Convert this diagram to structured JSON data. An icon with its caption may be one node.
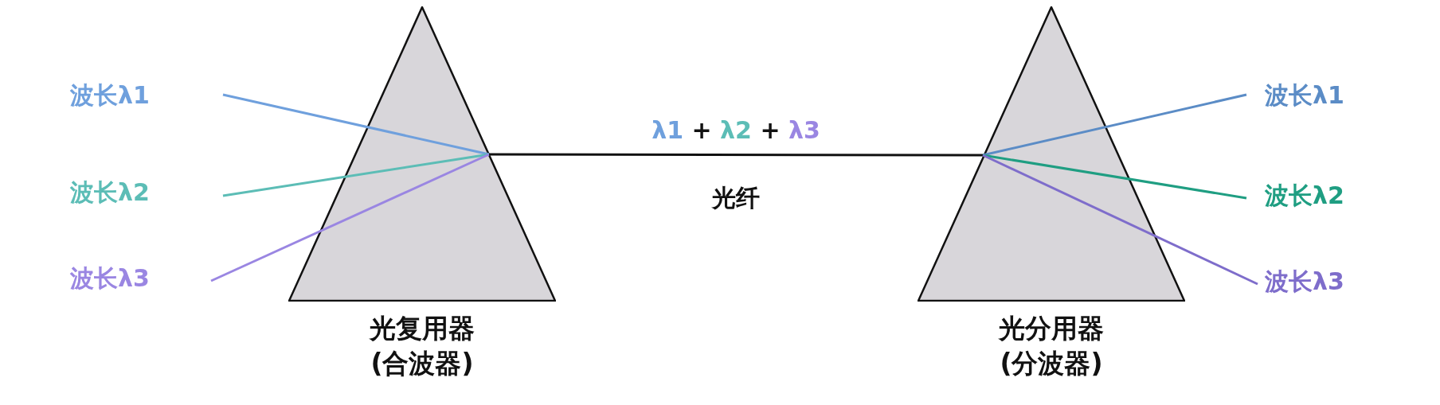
{
  "diagram": {
    "nodes": [
      {
        "text": [
          "波长λ1"
        ]
      },
      {
        "text": [
          "波长λ2"
        ]
      },
      {
        "text": [
          "波长λ3"
        ]
      },
      {
        "text": [],
        "shape": "triangle",
        "beside": [
          "光复用器",
          "(合波器)"
        ]
      },
      {
        "text": [],
        "shape": "triangle",
        "beside": [
          "光分用器",
          "(分波器)"
        ]
      },
      {
        "text": [
          "波长λ1"
        ]
      },
      {
        "text": [
          "波长λ2"
        ]
      },
      {
        "text": [
          "波长λ3"
        ]
      }
    ],
    "edges": [
      {
        "from": 0,
        "to": 3,
        "arrow": "none",
        "color": "#6fa0dd"
      },
      {
        "from": 1,
        "to": 3,
        "arrow": "none",
        "color": "#5cbdb6"
      },
      {
        "from": 2,
        "to": 3,
        "arrow": "none",
        "color": "#9a86e2"
      },
      {
        "from": 3,
        "to": 4,
        "arrow": "none",
        "label": "光纤",
        "color": "#111111"
      },
      {
        "from": 4,
        "to": 5,
        "arrow": "none",
        "color": "#5b8cc6"
      },
      {
        "from": 4,
        "to": 6,
        "arrow": "none",
        "color": "#1f9e82"
      },
      {
        "from": 4,
        "to": 7,
        "arrow": "none",
        "color": "#7e6dcb"
      }
    ],
    "labels": [
      "λ1 + λ2 + λ3"
    ]
  }
}
